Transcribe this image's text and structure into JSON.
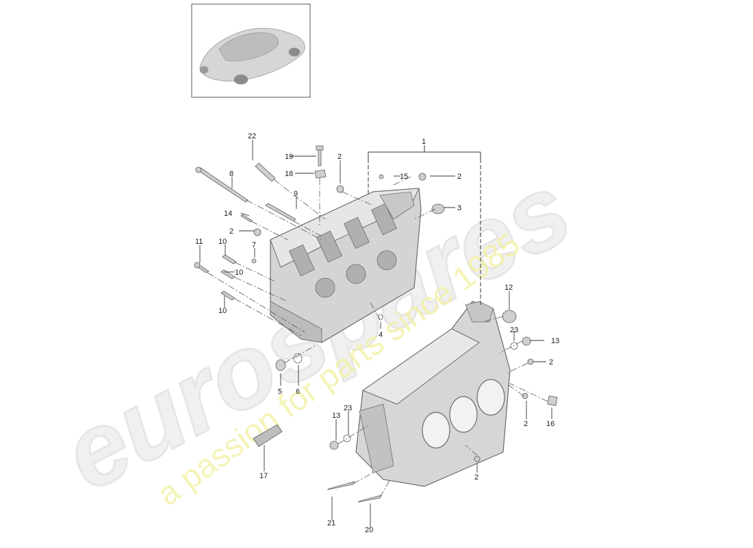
{
  "watermark": {
    "brand": "eurospares",
    "tagline": "a passion for parts since 1985"
  },
  "callouts": [
    {
      "id": "c1",
      "num": "1"
    },
    {
      "id": "c2a",
      "num": "2"
    },
    {
      "id": "c2b",
      "num": "2"
    },
    {
      "id": "c2c",
      "num": "2"
    },
    {
      "id": "c2d",
      "num": "2"
    },
    {
      "id": "c2e",
      "num": "2"
    },
    {
      "id": "c2f",
      "num": "2"
    },
    {
      "id": "c3",
      "num": "3"
    },
    {
      "id": "c4",
      "num": "4"
    },
    {
      "id": "c5",
      "num": "5"
    },
    {
      "id": "c6",
      "num": "6"
    },
    {
      "id": "c7",
      "num": "7"
    },
    {
      "id": "c8",
      "num": "8"
    },
    {
      "id": "c9",
      "num": "9"
    },
    {
      "id": "c10a",
      "num": "10"
    },
    {
      "id": "c10b",
      "num": "10"
    },
    {
      "id": "c10c",
      "num": "10"
    },
    {
      "id": "c11",
      "num": "11"
    },
    {
      "id": "c12",
      "num": "12"
    },
    {
      "id": "c13a",
      "num": "13"
    },
    {
      "id": "c13b",
      "num": "13"
    },
    {
      "id": "c14",
      "num": "14"
    },
    {
      "id": "c15",
      "num": "15"
    },
    {
      "id": "c16",
      "num": "16"
    },
    {
      "id": "c17",
      "num": "17"
    },
    {
      "id": "c18",
      "num": "18"
    },
    {
      "id": "c19",
      "num": "19"
    },
    {
      "id": "c20",
      "num": "20"
    },
    {
      "id": "c21",
      "num": "21"
    },
    {
      "id": "c22",
      "num": "22"
    },
    {
      "id": "c23a",
      "num": "23"
    },
    {
      "id": "c23b",
      "num": "23"
    }
  ]
}
